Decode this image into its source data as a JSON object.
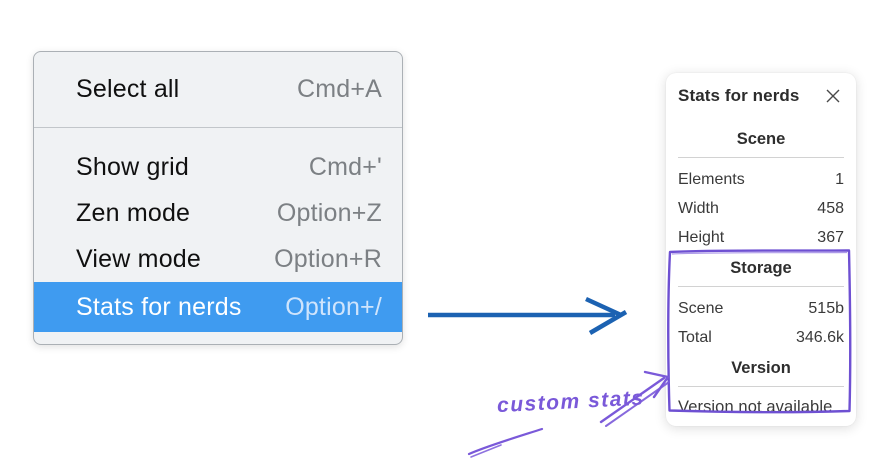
{
  "colors": {
    "menu_background": "#f0f2f4",
    "menu_border": "#abb0b5",
    "highlight_blue": "#3f9bf0",
    "shortcut_gray": "#7c8084",
    "flow_arrow_blue": "#1c62b2",
    "annotation_purple": "#6e50d2"
  },
  "menu": {
    "select_all": {
      "label": "Select all",
      "shortcut": "Cmd+A"
    },
    "items": [
      {
        "label": "Show grid",
        "shortcut": "Cmd+'"
      },
      {
        "label": "Zen mode",
        "shortcut": "Option+Z"
      },
      {
        "label": "View mode",
        "shortcut": "Option+R"
      },
      {
        "label": "Stats for nerds",
        "shortcut": "Option+/"
      }
    ]
  },
  "stats_panel": {
    "title": "Stats for nerds",
    "scene": {
      "heading": "Scene",
      "rows": [
        {
          "label": "Elements",
          "value": "1"
        },
        {
          "label": "Width",
          "value": "458"
        },
        {
          "label": "Height",
          "value": "367"
        }
      ]
    },
    "storage": {
      "heading": "Storage",
      "rows": [
        {
          "label": "Scene",
          "value": "515b"
        },
        {
          "label": "Total",
          "value": "346.6k"
        }
      ]
    },
    "version": {
      "heading": "Version",
      "note": "Version not available"
    }
  },
  "annotation": {
    "label": "custom stats"
  }
}
